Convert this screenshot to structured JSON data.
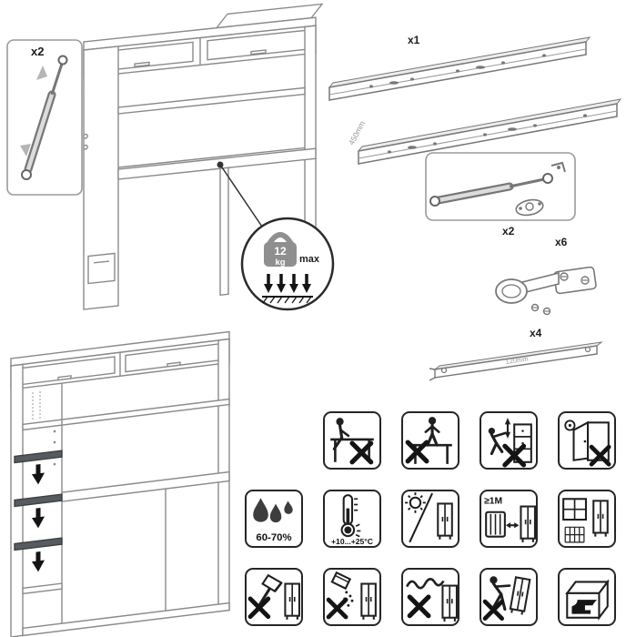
{
  "tl": {
    "inset_qty": "x2",
    "weight_value": "12",
    "weight_unit": "kg",
    "weight_max": "max"
  },
  "parts": {
    "slides_qty": "x1",
    "slides_length": "450mm",
    "strut_qty": "x2",
    "hinge_qty": "x6",
    "rail_qty": "x4",
    "rail_length": "120mm"
  },
  "care": {
    "humidity": "60-70%",
    "temperature": "+10...+25°C",
    "distance": "≥1M"
  },
  "care_grid": {
    "row1": [
      "no-sitting-on-furniture",
      "no-standing-on-furniture",
      "no-climbing-on-furniture",
      "no-load-on-open-doors"
    ],
    "row2": [
      "humidity-range",
      "temperature-range",
      "avoid-direct-sunlight",
      "keep-distance-from-heaters",
      "ventilated-room"
    ],
    "row3": [
      "no-sharp-tools",
      "no-abrasive-cleaners",
      "no-scouring-materials",
      "no-dragging-furniture",
      "heavy-objects-warning"
    ]
  }
}
